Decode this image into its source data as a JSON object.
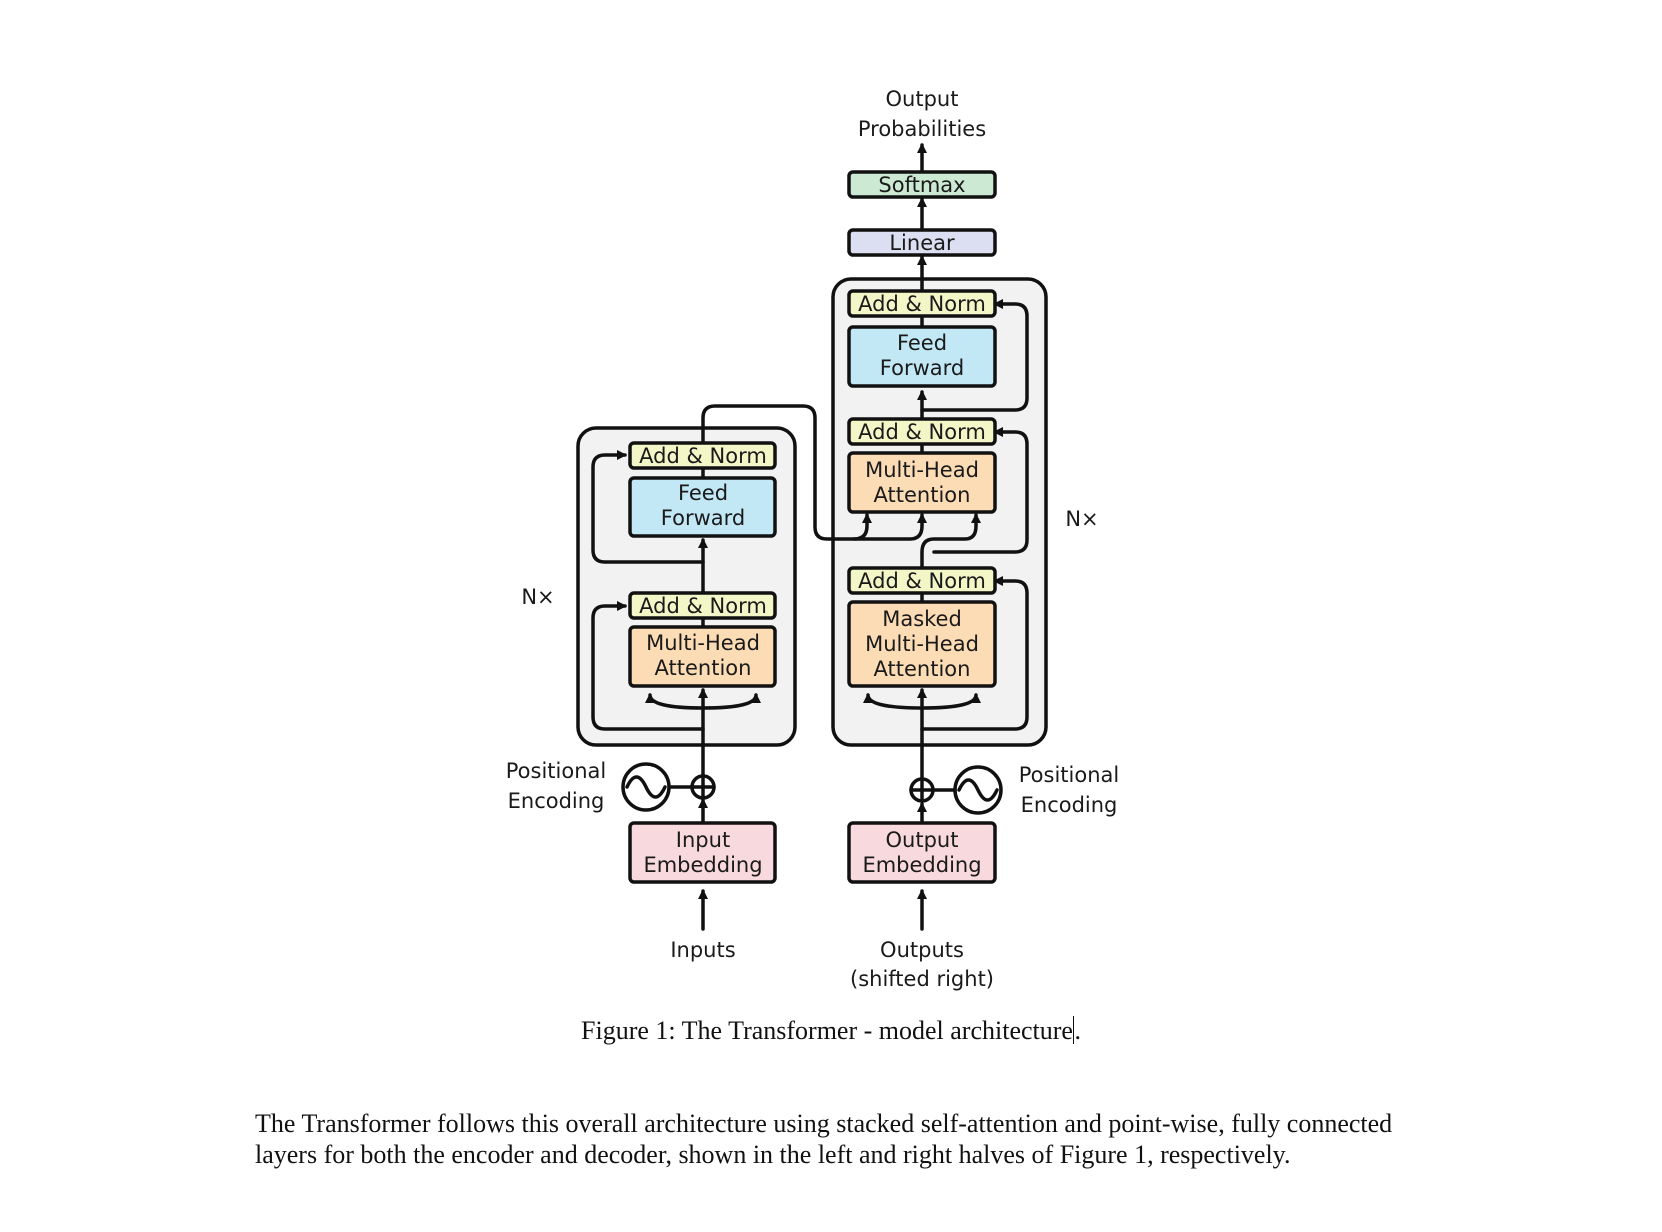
{
  "figure": {
    "top": {
      "output_probabilities": [
        "Output",
        "Probabilities"
      ]
    },
    "decoder": {
      "softmax": "Softmax",
      "linear": "Linear",
      "add_norm_3": "Add & Norm",
      "feed_forward": [
        "Feed",
        "Forward"
      ],
      "add_norm_2": "Add & Norm",
      "cross_attention": [
        "Multi-Head",
        "Attention"
      ],
      "add_norm_1": "Add & Norm",
      "masked_attention": [
        "Masked",
        "Multi-Head",
        "Attention"
      ],
      "repeat_label": "N×",
      "positional_encoding": [
        "Positional",
        "Encoding"
      ],
      "embedding": [
        "Output",
        "Embedding"
      ],
      "input_label": [
        "Outputs",
        "(shifted right)"
      ]
    },
    "encoder": {
      "add_norm_2": "Add & Norm",
      "feed_forward": [
        "Feed",
        "Forward"
      ],
      "add_norm_1": "Add & Norm",
      "self_attention": [
        "Multi-Head",
        "Attention"
      ],
      "repeat_label": "N×",
      "positional_encoding": [
        "Positional",
        "Encoding"
      ],
      "embedding": [
        "Input",
        "Embedding"
      ],
      "input_label": [
        "Inputs"
      ]
    },
    "colors": {
      "add_norm": "#f3f6c7",
      "feed_forward": "#c2e8f6",
      "attention": "#fcdcb5",
      "embedding": "#f8d9dd",
      "linear": "#dcdef1",
      "softmax": "#cce9d3",
      "layer_frame": "#f2f2f2"
    }
  },
  "caption": {
    "text": "Figure 1: The Transformer - model architecture",
    "suffix": "."
  },
  "paragraph": "The Transformer follows this overall architecture using stacked self-attention and point-wise, fully connected layers for both the encoder and decoder, shown in the left and right halves of Figure 1, respectively."
}
